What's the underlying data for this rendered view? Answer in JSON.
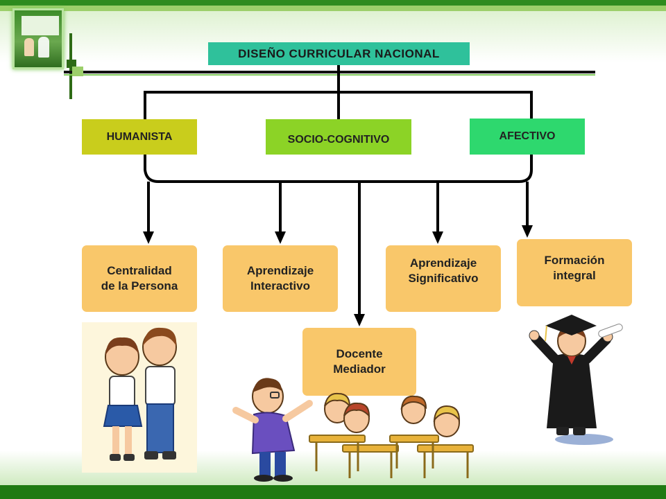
{
  "diagram": {
    "title": "DISEÑO CURRICULAR NACIONAL",
    "categories": [
      {
        "label": "HUMANISTA",
        "color": "#c9cd1c"
      },
      {
        "label": "SOCIO-COGNITIVO",
        "color": "#8cd326"
      },
      {
        "label": "AFECTIVO",
        "color": "#2ed86e"
      }
    ],
    "nodes": [
      {
        "line1": "Centralidad",
        "line2": "de la Persona"
      },
      {
        "line1": "Aprendizaje",
        "line2": "Interactivo"
      },
      {
        "line1": "Aprendizaje",
        "line2": "Significativo"
      },
      {
        "line1": "Formación",
        "line2": "integral"
      },
      {
        "line1": "Docente",
        "line2": "Mediador"
      }
    ],
    "colors": {
      "title_bg": "#2fc19b",
      "node_bg": "#f9c76a",
      "connector": "#000000",
      "frame_green": "#2e8b1e"
    }
  },
  "illustrations": [
    "students-illustration",
    "teacher-classroom-illustration",
    "graduate-illustration"
  ]
}
